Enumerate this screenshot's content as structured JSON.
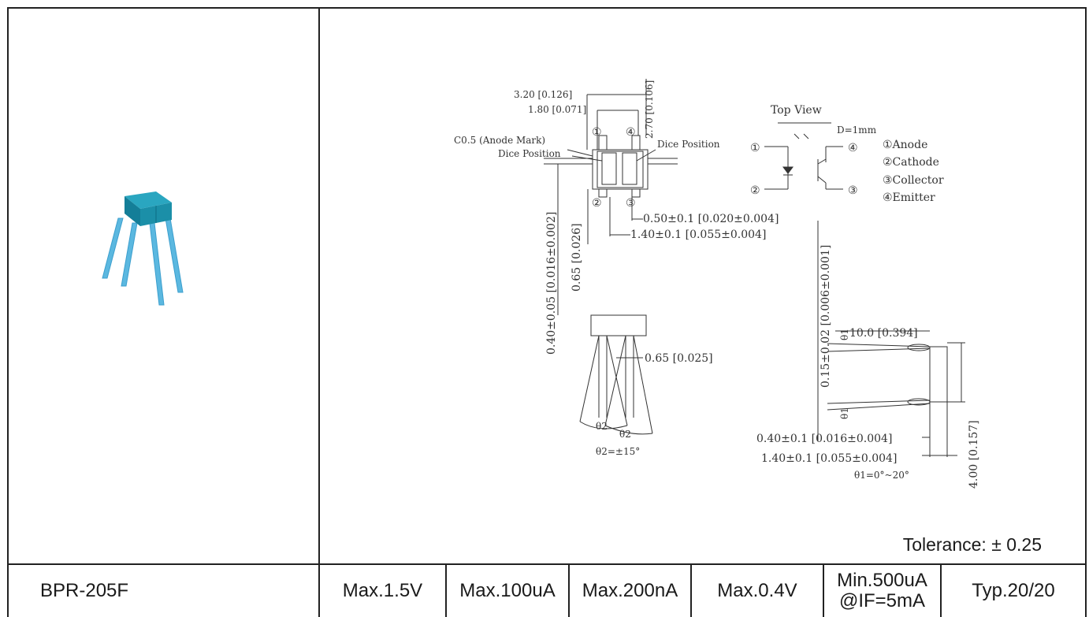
{
  "drawing": {
    "top_view": "Top View",
    "d_label": "D=1mm",
    "pins": [
      "①Anode",
      "②Cathode",
      "③Collector",
      "④Emitter"
    ],
    "pin_nums": [
      "①",
      "②",
      "③",
      "④"
    ],
    "dims": {
      "d320": "3.20 [0.126]",
      "d180": "1.80 [0.071]",
      "d270": "2.70 [0.106]",
      "anode_mark": "C0.5 (Anode Mark)",
      "dice_pos_left": "Dice Position",
      "dice_pos_right": "Dice Position",
      "d050": "0.50±0.1 [0.020±0.004]",
      "d140a": "1.40±0.1 [0.055±0.004]",
      "d040": "0.40±0.05 [0.016±0.002]",
      "d065a": "0.65 [0.026]",
      "d065b": "0.65 [0.025]",
      "d015": "0.15±0.02 [0.006±0.001]",
      "d100": "10.0 [0.394]",
      "d040b": "0.40±0.1 [0.016±0.004]",
      "d140b": "1.40±0.1 [0.055±0.004]",
      "d400": "4.00 [0.157]",
      "theta2": "θ2=±15°",
      "theta1": "θ1=0°~20°",
      "theta2_mark": "θ2",
      "theta1_mark": "θ1"
    },
    "tolerance": "Tolerance: ± 0.25"
  },
  "spec_row": {
    "part": "BPR-205F",
    "values": [
      "Max.1.5V",
      "Max.100uA",
      "Max.200nA",
      "Max.0.4V"
    ],
    "ic_line1": "Min.500uA",
    "ic_line2": "@IF=5mA",
    "angle": "Typ.20/20"
  },
  "colors": {
    "component_body": "#1b8fa8",
    "component_leads": "#5bb8e0",
    "line": "#222222"
  }
}
